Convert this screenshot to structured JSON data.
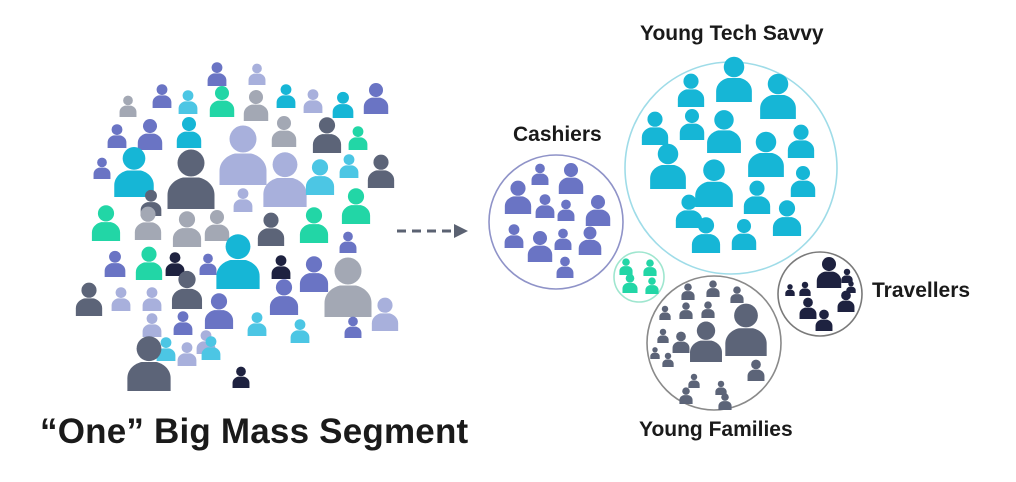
{
  "title": "“One” Big Mass Segment",
  "arrow_icon": "dashed-arrow-right-icon",
  "person_icon": "person-silhouette-icon",
  "colors": {
    "navy": "#1e2240",
    "slate": "#5c6478",
    "gray": "#a3a8b4",
    "lavender": "#a8b0dc",
    "periwinkle": "#6a74c4",
    "cyan": "#16b6d6",
    "skyblue": "#4cc6e4",
    "mint": "#22d6a6",
    "tech_circle": "#9fdce8",
    "cashier_circle": "#8f93c8",
    "mint_circle": "#9fe6cf",
    "family_circle": "#8a8a8a",
    "traveller_circle": "#7a7a7a",
    "arrow": "#5b6272"
  },
  "segments": [
    {
      "key": "tech",
      "label": "Young Tech Savvy",
      "color": "#16b6d6"
    },
    {
      "key": "cashiers",
      "label": "Cashiers",
      "color": "#6a74c4"
    },
    {
      "key": "families",
      "label": "Young Families",
      "color": "#5c6478"
    },
    {
      "key": "travellers",
      "label": "Travellers",
      "color": "#1e2240"
    },
    {
      "key": "small",
      "label": "",
      "color": "#22d6a6"
    }
  ]
}
